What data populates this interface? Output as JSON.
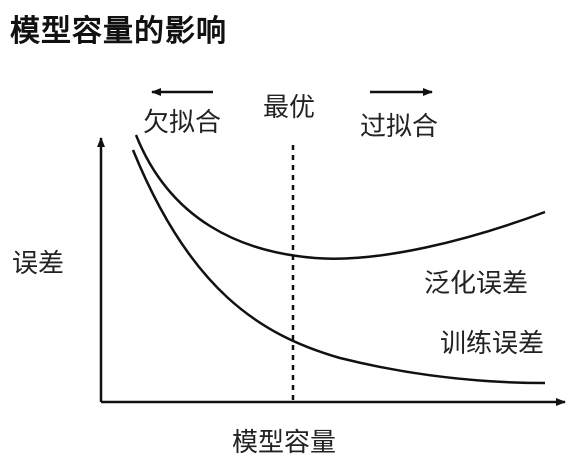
{
  "title": "模型容量的影响",
  "labels": {
    "underfit": "欠拟合",
    "optimal": "最优",
    "overfit": "过拟合",
    "y_axis": "误差",
    "x_axis": "模型容量",
    "generalization_error": "泛化误差",
    "training_error": "训练误差"
  }
}
